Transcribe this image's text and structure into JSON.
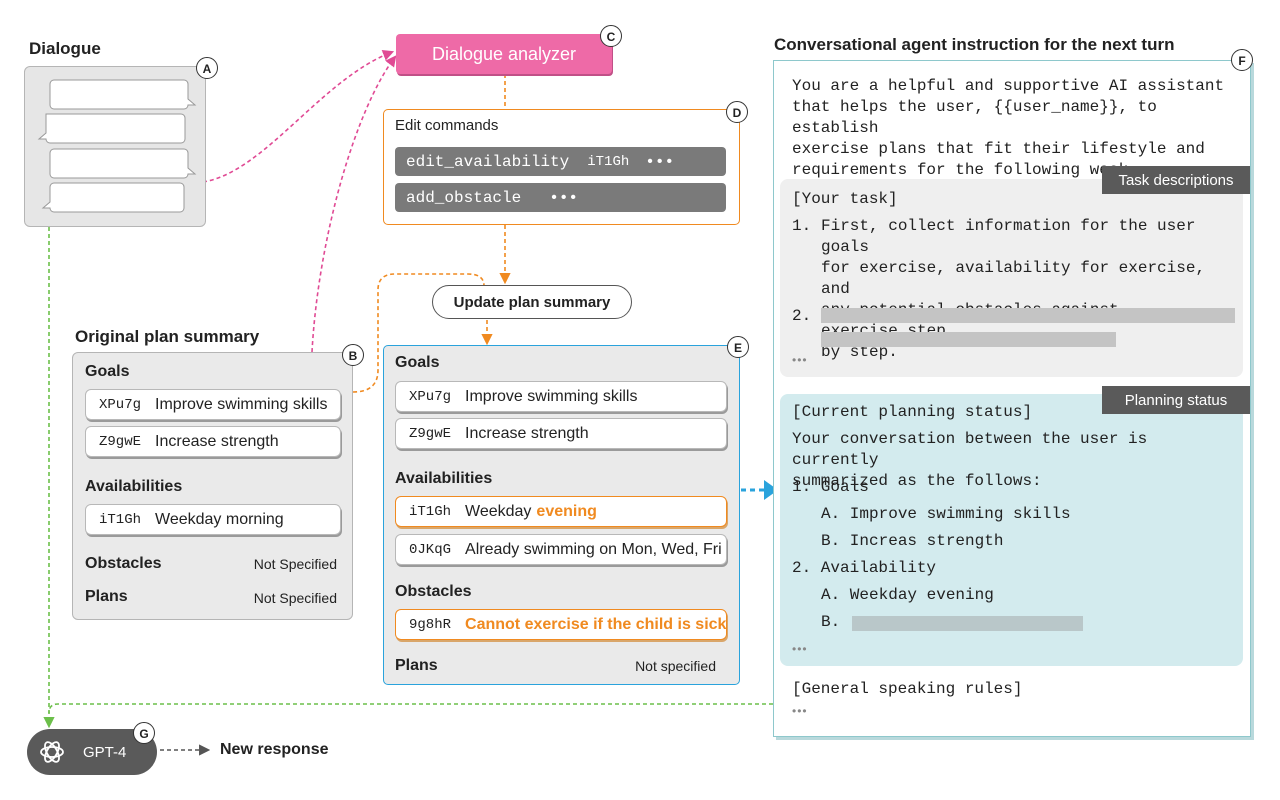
{
  "dialogue": {
    "title": "Dialogue",
    "badge": "A"
  },
  "analyzer": {
    "label": "Dialogue analyzer",
    "badge": "C"
  },
  "edit_commands": {
    "title": "Edit commands",
    "badge": "D",
    "commands": [
      {
        "name": "edit_availability",
        "arg": "iT1Gh",
        "more": "•••"
      },
      {
        "name": "add_obstacle",
        "arg": "",
        "more": "•••"
      }
    ]
  },
  "update_button": {
    "label": "Update plan summary"
  },
  "original_plan": {
    "title": "Original plan summary",
    "badge": "B",
    "goals_label": "Goals",
    "goals": [
      {
        "code": "XPu7g",
        "text": "Improve swimming skills"
      },
      {
        "code": "Z9gwE",
        "text": "Increase strength"
      }
    ],
    "availabilities_label": "Availabilities",
    "availabilities": [
      {
        "code": "iT1Gh",
        "text": "Weekday morning"
      }
    ],
    "obstacles_label": "Obstacles",
    "obstacles_value": "Not Specified",
    "plans_label": "Plans",
    "plans_value": "Not Specified"
  },
  "updated_plan": {
    "badge": "E",
    "goals_label": "Goals",
    "goals": [
      {
        "code": "XPu7g",
        "text": "Improve swimming skills"
      },
      {
        "code": "Z9gwE",
        "text": "Increase strength"
      }
    ],
    "availabilities_label": "Availabilities",
    "availability_edited": {
      "code": "iT1Gh",
      "text": "Weekday",
      "highlight": "evening"
    },
    "availability_added": {
      "code": "0JKqG",
      "text": "Already swimming on Mon, Wed, Fri"
    },
    "obstacles_label": "Obstacles",
    "obstacle_added": {
      "code": "9g8hR",
      "text": "Cannot exercise if the child is sick"
    },
    "plans_label": "Plans",
    "plans_value": "Not specified"
  },
  "instruction": {
    "title": "Conversational agent instruction for the next turn",
    "badge": "F",
    "intro": [
      "You are a helpful and supportive AI assistant",
      "that helps the user, {{user_name}}, to establish",
      "exercise plans that fit their lifestyle and",
      "requirements for the following week."
    ],
    "task_tag": "Task descriptions",
    "task_header": "[Your task]",
    "task_item1_num": "1.",
    "task_item1": [
      "First, collect information for the user goals",
      "for exercise, availability for exercise, and",
      "any potential obstacles against exercise,step",
      "by step."
    ],
    "task_item2_num": "2.",
    "task_more": "•••",
    "status_tag": "Planning status",
    "status_header": "[Current planning status]",
    "status_intro": [
      "Your conversation between the user is currently",
      "summarized as the follows:"
    ],
    "status_lines": {
      "goals": "1. Goals",
      "goal_a": "A. Improve swimming skills",
      "goal_b": "B. Increas strength",
      "avail": "2. Availability",
      "avail_a": "A. Weekday evening",
      "avail_b": "B."
    },
    "status_more": "•••",
    "rules_header": "[General speaking rules]",
    "rules_more": "•••"
  },
  "gpt": {
    "label": "GPT-4",
    "badge": "G",
    "output": "New response"
  },
  "colors": {
    "analyzer_pink": "#ee6aa7",
    "orange": "#f08a20",
    "blue": "#2aa3dc",
    "green": "#6cbf4a",
    "teal_bg": "#d3ebee"
  }
}
